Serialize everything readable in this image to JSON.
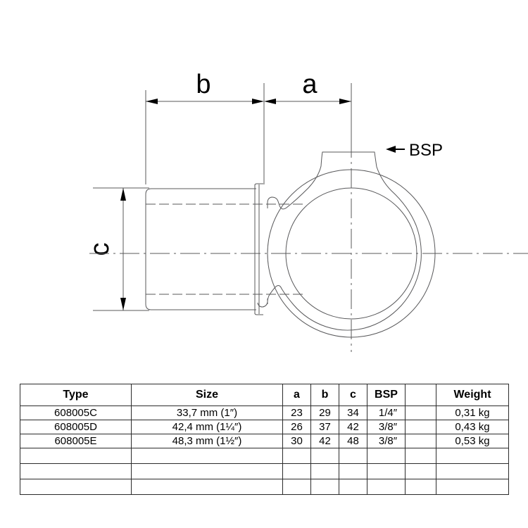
{
  "drawing": {
    "labels": {
      "dim_a": "a",
      "dim_b": "b",
      "dim_c": "c",
      "bsp_callout": "BSP"
    },
    "colors": {
      "line": "#58585a",
      "text": "#000000",
      "background": "#ffffff"
    }
  },
  "table": {
    "headers": [
      "Type",
      "Size",
      "a",
      "b",
      "c",
      "BSP",
      "",
      "Weight"
    ],
    "rows": [
      {
        "type": "608005C",
        "size": "33,7 mm (1″)",
        "a": "23",
        "b": "29",
        "c": "34",
        "bsp": "1/4″",
        "blank": "",
        "weight": "0,31 kg"
      },
      {
        "type": "608005D",
        "size": "42,4 mm (1¼″)",
        "a": "26",
        "b": "37",
        "c": "42",
        "bsp": "3/8″",
        "blank": "",
        "weight": "0,43 kg"
      },
      {
        "type": "608005E",
        "size": "48,3 mm (1½″)",
        "a": "30",
        "b": "42",
        "c": "48",
        "bsp": "3/8″",
        "blank": "",
        "weight": "0,53 kg"
      }
    ],
    "empty_row_count": 3
  },
  "chart_data": {
    "type": "table",
    "title": "",
    "categories": [
      "608005C",
      "608005D",
      "608005E"
    ],
    "series": [
      {
        "name": "a",
        "values": [
          23,
          26,
          30
        ]
      },
      {
        "name": "b",
        "values": [
          29,
          37,
          42
        ]
      },
      {
        "name": "c",
        "values": [
          34,
          42,
          48
        ]
      }
    ]
  }
}
